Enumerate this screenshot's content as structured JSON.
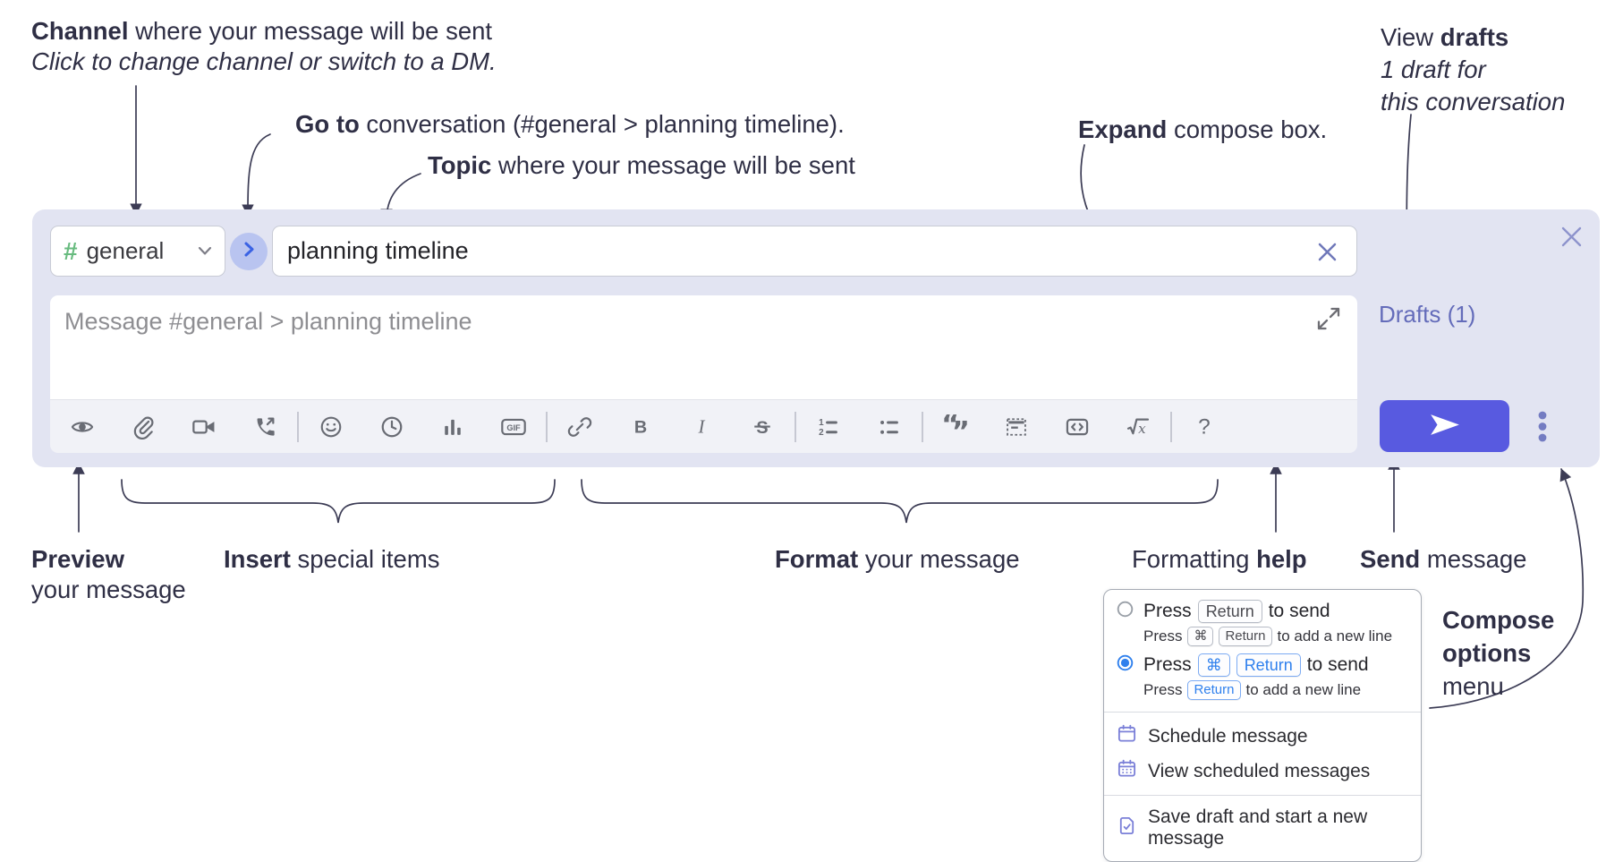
{
  "annotations": {
    "channel": {
      "lead": "Channel",
      "rest": " where your message will be sent",
      "sub": "Click to change channel or switch to a DM."
    },
    "go_to": {
      "lead": "Go to",
      "rest": " conversation (#general > planning timeline)."
    },
    "topic": {
      "lead": "Topic",
      "rest": " where your message will be sent"
    },
    "expand": {
      "lead": "Expand",
      "rest": " compose box."
    },
    "view_drafts": {
      "pre": "View ",
      "lead": "drafts",
      "sub1": "1 draft for",
      "sub2": "this conversation"
    },
    "preview": {
      "lead": "Preview",
      "sub": "your message"
    },
    "insert": {
      "lead": "Insert",
      "rest": " special items"
    },
    "format": {
      "lead": "Format",
      "rest": " your message"
    },
    "formatting_help": {
      "pre": "Formatting ",
      "lead": "help"
    },
    "send": {
      "lead": "Send",
      "rest": " message"
    },
    "compose_options": {
      "lead1": "Compose",
      "lead2": "options",
      "rest": "menu"
    }
  },
  "compose_box": {
    "channel_selector": {
      "hash": "#",
      "label": "general"
    },
    "topic_input": {
      "value": "planning timeline"
    },
    "message_input": {
      "placeholder": "Message #general > planning timeline"
    },
    "drafts_link": {
      "label": "Drafts (1)"
    },
    "toolbar": {
      "icon_groups": [
        [
          "preview",
          "attach-file",
          "video-call",
          "audio-call"
        ],
        [
          "add-emoji",
          "time",
          "add-poll",
          "add-gif"
        ],
        [
          "link",
          "bold",
          "italic",
          "strikethrough"
        ],
        [
          "numbered-list",
          "bulleted-list"
        ],
        [
          "quote",
          "spoiler",
          "code",
          "math"
        ],
        [
          "message-formatting-help"
        ]
      ],
      "glyphs": {
        "gif": "GIF",
        "bold": "B",
        "italic": "I",
        "strike": "S",
        "ol1": "1",
        "ol2": "2",
        "quote_open": "“",
        "quote_close": "”",
        "math_x": "x",
        "help": "?"
      }
    }
  },
  "compose_options_menu": {
    "opt1": {
      "p1": "Press",
      "k1": "Return",
      "p2": "to send",
      "s1": "Press",
      "sk1": "⌘",
      "sk2": "Return",
      "s2": "to add a new line"
    },
    "opt2": {
      "p1": "Press",
      "k1": "⌘",
      "k2": "Return",
      "p2": "to send",
      "s1": "Press",
      "sk1": "Return",
      "s2": "to add a new line"
    },
    "schedule": "Schedule message",
    "view_scheduled": "View scheduled messages",
    "save_draft": "Save draft and start a new message"
  },
  "colors": {
    "panel_bg": "#e2e4f2",
    "toolbar_bg": "#f1f2f7",
    "send_button": "#585ae0",
    "drafts_link": "#646cba",
    "hash_green": "#68bb7f",
    "goto_circle_bg": "#b9c4f0",
    "goto_chevron": "#3a62e4",
    "kbd_blue": "#2f80ed",
    "radio_selected": "#2f80ed",
    "menu_icon_purple": "#7b80d8",
    "toolbar_icon": "#696c74",
    "annotation_text": "#2f2f45",
    "connector": "#3c3c55"
  }
}
